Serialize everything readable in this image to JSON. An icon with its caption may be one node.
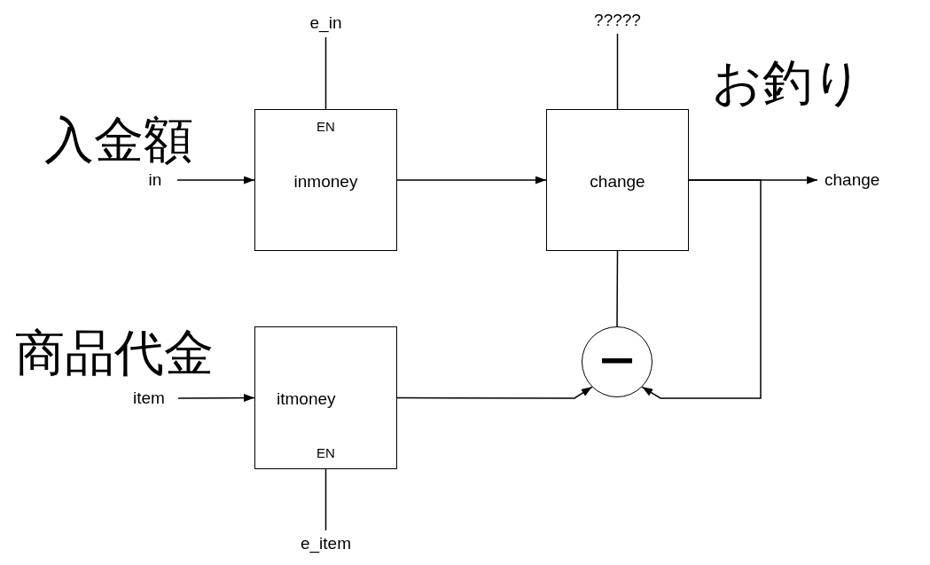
{
  "diagram": {
    "nodes": [
      {
        "text": [
          "in"
        ]
      },
      {
        "text": [
          "EN",
          "inmoney"
        ]
      },
      {
        "text": [
          "e_in"
        ]
      },
      {
        "text": [
          "change"
        ]
      },
      {
        "text": [
          "?????"
        ]
      },
      {
        "text": [
          "change"
        ]
      },
      {
        "text": [
          "item"
        ]
      },
      {
        "text": [
          "itmoney",
          "EN"
        ]
      },
      {
        "text": [
          "e_item"
        ]
      },
      {
        "text": [
          "ー"
        ]
      }
    ],
    "edges": [
      {
        "from": 0,
        "to": 1,
        "arrow": "to"
      },
      {
        "from": 2,
        "to": 1,
        "arrow": "none"
      },
      {
        "from": 1,
        "to": 3,
        "arrow": "to"
      },
      {
        "from": 4,
        "to": 3,
        "arrow": "none"
      },
      {
        "from": 3,
        "to": 5,
        "arrow": "to"
      },
      {
        "from": 3,
        "to": 9,
        "arrow": "to"
      },
      {
        "from": 6,
        "to": 7,
        "arrow": "to"
      },
      {
        "from": 7,
        "to": 9,
        "arrow": "to"
      },
      {
        "from": 9,
        "to": 3,
        "arrow": "none"
      },
      {
        "from": 8,
        "to": 7,
        "arrow": "none"
      }
    ],
    "labels": [
      "入金額",
      "お釣り",
      "商品代金"
    ]
  }
}
